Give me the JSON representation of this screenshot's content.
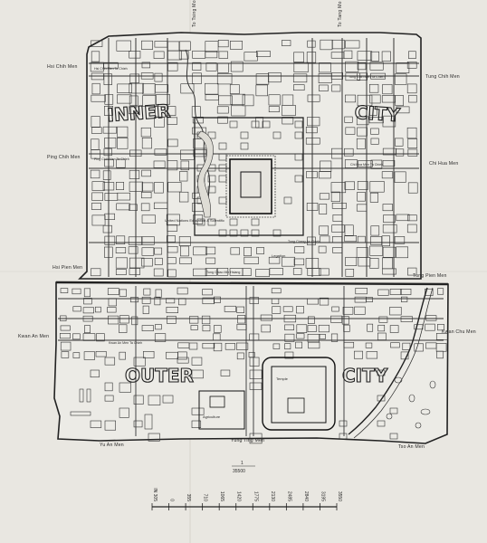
{
  "districts": {
    "inner_left": "INNER",
    "inner_right": "CITY",
    "outer_left": "OUTER",
    "outer_right": "CITY"
  },
  "gates": {
    "hsi_chih_men": "Hsi Chih Men",
    "tung_chih_men": "Tung Chih Men",
    "ping_chin_men": "Ping Chih Men",
    "chi_hua_men": "Chi Hua Men",
    "hsi_pien_men": "Hsi Pien Men",
    "tung_pien_men": "Tung Pien Men",
    "kwan_an_men": "Kwan An Men",
    "kwan_chu_men": "Kwan Chu Men",
    "yu_an_men": "Yu An Men",
    "yung_ting_men": "Yung Ting Men",
    "tso_an_men": "Tso An Men",
    "to_tsing_mo": "To Tsing Mo",
    "to_tang_mo": "To Tang Mo"
  },
  "streets": {
    "hsi_chih_men_ta_chieh": "Hsi Chih Men Ta Chieh",
    "tung_chih_men_ta_chieh": "Tung Chih Men Ta Chieh",
    "ping_chih_men_ta_chieh": "Ping Chih Men Ta Chieh",
    "chi_hua_men_ta_chieh": "Chi Hua Men Ta Chieh",
    "kwan_an_men_ta_chieh": "Kwan An Men Ta Chieh",
    "tung_chiao_min_hsiang": "Tung Chiao Min Hsiang",
    "tung_chang_an_chieh": "Tung Chang An Chieh",
    "legation": "Legation",
    "united_nations": "United Nations Education & Scientific",
    "temple_of_heaven": "Temple",
    "agriculture": "Agriculture"
  },
  "scale": {
    "numerator": "1",
    "denominator": "35500",
    "ticks": [
      "IN 305",
      "0",
      "355",
      "710",
      "1065",
      "1420",
      "1775",
      "2130",
      "2485",
      "2840",
      "3195",
      "3550"
    ]
  }
}
